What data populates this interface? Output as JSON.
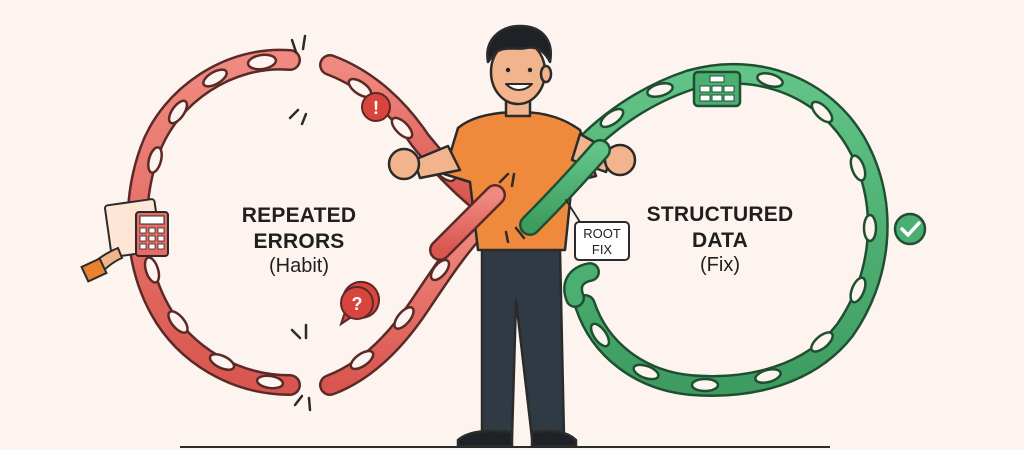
{
  "left_loop": {
    "title_line1": "REPEATED",
    "title_line2": "ERRORS",
    "title_line3": "(Habit)",
    "color": "#e8726a"
  },
  "right_loop": {
    "title_line1": "STRUCTURED",
    "title_line2": "DATA",
    "title_line3": "(Fix)",
    "color": "#4caf72"
  },
  "center_tag": {
    "line1": "ROOT",
    "line2": "FIX"
  },
  "icons": {
    "warning": "!",
    "question": "?",
    "check": "checkmark",
    "calculator": "calculator",
    "spreadsheet": "spreadsheet-grid"
  }
}
